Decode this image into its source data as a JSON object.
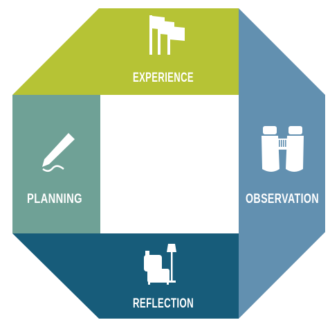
{
  "diagram": {
    "segments": [
      {
        "id": "experience",
        "label": "EXPERIENCE",
        "color": "#b6c335",
        "icon": "flags-icon"
      },
      {
        "id": "observation",
        "label": "OBSERVATION",
        "color": "#6290b0",
        "icon": "binoculars-icon"
      },
      {
        "id": "reflection",
        "label": "REFLECTION",
        "color": "#175c7a",
        "icon": "armchair-lamp-icon"
      },
      {
        "id": "planning",
        "label": "PLANNING",
        "color": "#6fa196",
        "icon": "pencil-icon"
      }
    ],
    "center_color": "#ffffff"
  }
}
